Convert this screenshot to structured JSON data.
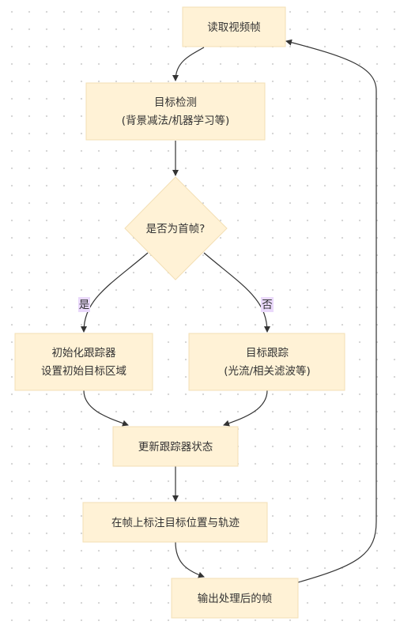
{
  "nodes": {
    "read_frame": {
      "lines": [
        "读取视频帧"
      ]
    },
    "detect": {
      "lines": [
        "目标检测",
        "(背景减法/机器学习等)"
      ]
    },
    "is_first": {
      "lines": [
        "是否为首帧?"
      ]
    },
    "init_tracker": {
      "lines": [
        "初始化跟踪器",
        "设置初始目标区域"
      ]
    },
    "track": {
      "lines": [
        "目标跟踪",
        "(光流/相关滤波等)"
      ]
    },
    "update": {
      "lines": [
        "更新跟踪器状态"
      ]
    },
    "annotate": {
      "lines": [
        "在帧上标注目标位置与轨迹"
      ]
    },
    "output": {
      "lines": [
        "输出处理后的帧"
      ]
    }
  },
  "edges": {
    "yes_label": "是",
    "no_label": "否"
  }
}
